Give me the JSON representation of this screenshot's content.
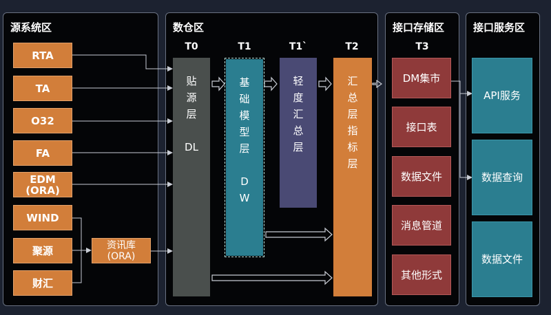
{
  "panels": {
    "source": "源系统区",
    "warehouse": "数仓区",
    "storage": "接口存储区",
    "service": "接口服务区"
  },
  "sources": [
    "RTA",
    "TA",
    "O32",
    "FA",
    "EDM\n(ORA)",
    "WIND",
    "聚源",
    "财汇"
  ],
  "info_lib": "资讯库\n(ORA)",
  "layers": {
    "t0": {
      "head": "T0",
      "lines": [
        "贴",
        "源",
        "层",
        "",
        "DL"
      ]
    },
    "t1": {
      "head": "T1",
      "lines": [
        "基",
        "础",
        "模",
        "型",
        "层",
        "",
        "D",
        "W"
      ]
    },
    "t1b": {
      "head": "T1`",
      "lines": [
        "轻",
        "度",
        "汇",
        "总",
        "层"
      ]
    },
    "t2": {
      "head": "T2",
      "lines": [
        "汇",
        "总",
        "层",
        "指",
        "标",
        "层"
      ]
    }
  },
  "storage_head": "T3",
  "storage_items": [
    "DM集市",
    "接口表",
    "数据文件",
    "消息管道",
    "其他形式"
  ],
  "service_items": [
    "API服务",
    "数据查询",
    "数据文件"
  ],
  "colors": {
    "source": "#d27e3a",
    "t0": "#4a4f4d",
    "t1": "#2b7e90",
    "t1b": "#4a4a74",
    "t2": "#d27e3a",
    "storage": "#8f3a3a",
    "service": "#2b7e90"
  }
}
